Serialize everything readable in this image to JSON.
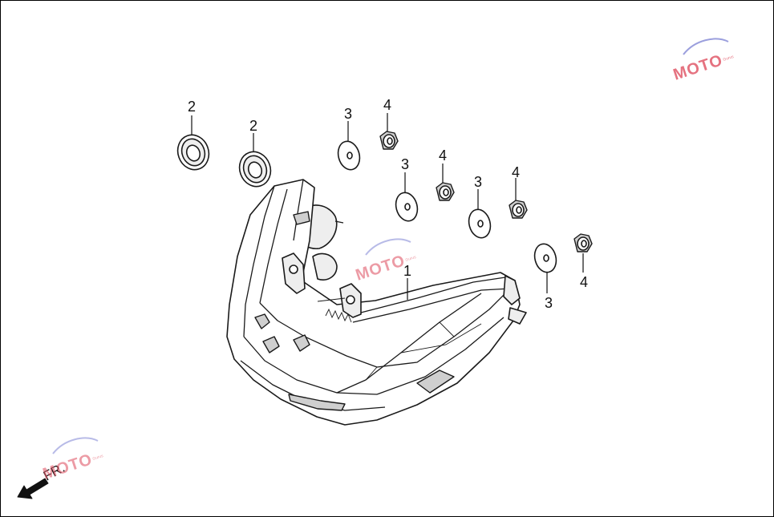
{
  "callouts": [
    {
      "id": "c2a",
      "label": "2"
    },
    {
      "id": "c2b",
      "label": "2"
    },
    {
      "id": "c3a",
      "label": "3"
    },
    {
      "id": "c4a",
      "label": "4"
    },
    {
      "id": "c3b",
      "label": "3"
    },
    {
      "id": "c4b",
      "label": "4"
    },
    {
      "id": "c3c",
      "label": "3"
    },
    {
      "id": "c4c",
      "label": "4"
    },
    {
      "id": "c1",
      "label": "1"
    },
    {
      "id": "c3d",
      "label": "3"
    },
    {
      "id": "c4d",
      "label": "4"
    }
  ],
  "direction": {
    "label": "FR."
  },
  "watermark": {
    "text": "MOTO",
    "sub": "Gurus"
  },
  "colors": {
    "line": "#1a1a1a",
    "watermark": "#e15a6a",
    "watermark_accent": "#8a8fd8"
  }
}
